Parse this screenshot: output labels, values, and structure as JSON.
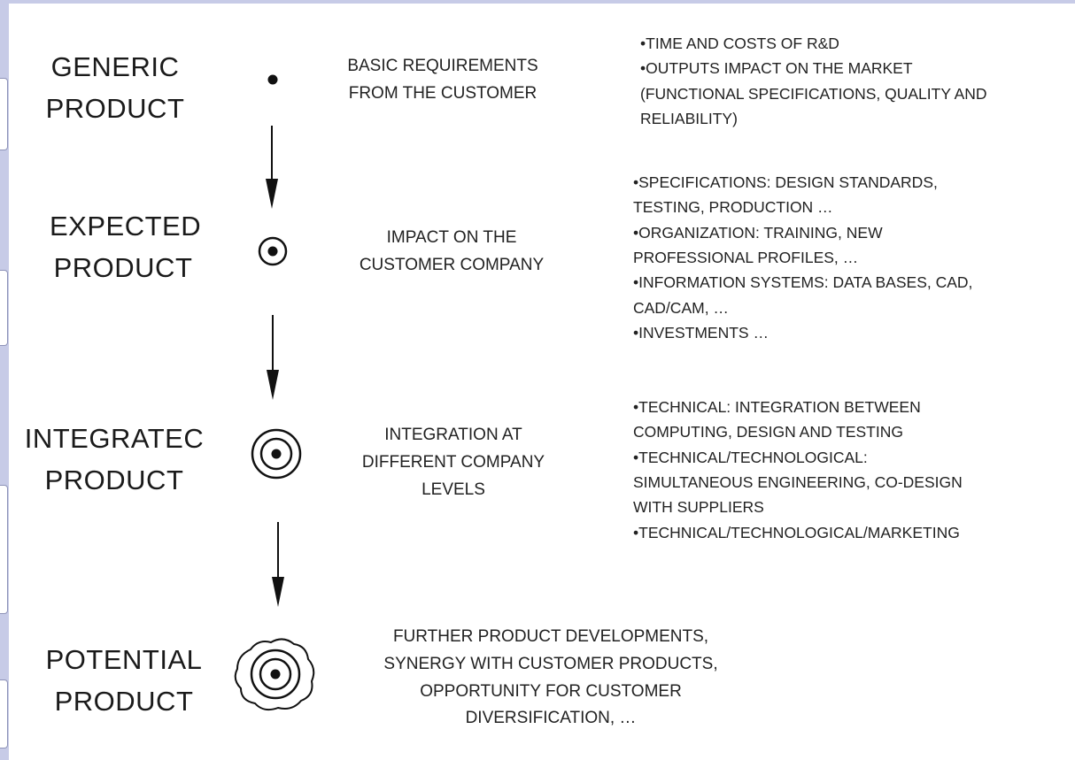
{
  "stages": [
    {
      "title_lines": [
        "GENERIC",
        "PRODUCT"
      ],
      "icon": "dot-icon",
      "description_lines": [
        "BASIC REQUIREMENTS",
        "FROM THE CUSTOMER"
      ],
      "detail_lines": [
        "•TIME AND COSTS OF  R&D",
        "•OUTPUTS IMPACT ON THE MARKET",
        "(FUNCTIONAL SPECIFICATIONS, QUALITY AND",
        "RELIABILITY)"
      ]
    },
    {
      "title_lines": [
        "EXPECTED",
        "PRODUCT"
      ],
      "icon": "single-ring-icon",
      "description_lines": [
        "IMPACT ON THE",
        "CUSTOMER COMPANY"
      ],
      "detail_lines": [
        "•SPECIFICATIONS: DESIGN STANDARDS,",
        "TESTING, PRODUCTION …",
        "•ORGANIZATION: TRAINING, NEW",
        "PROFESSIONAL PROFILES, …",
        "•INFORMATION SYSTEMS: DATA BASES, CAD,",
        "CAD/CAM, …",
        "•INVESTMENTS …"
      ]
    },
    {
      "title_lines": [
        "INTEGRATEC",
        "PRODUCT"
      ],
      "icon": "double-ring-icon",
      "description_lines": [
        "INTEGRATION AT",
        "DIFFERENT COMPANY",
        "LEVELS"
      ],
      "detail_lines": [
        "•TECHNICAL: INTEGRATION BETWEEN",
        "COMPUTING, DESIGN AND TESTING",
        "•TECHNICAL/TECHNOLOGICAL:",
        "SIMULTANEOUS ENGINEERING, CO-DESIGN",
        "WITH SUPPLIERS",
        "•TECHNICAL/TECHNOLOGICAL/MARKETING"
      ]
    },
    {
      "title_lines": [
        "POTENTIAL",
        "PRODUCT"
      ],
      "icon": "irregular-outline-rings-icon",
      "description_lines": [
        "FURTHER PRODUCT DEVELOPMENTS,",
        "SYNERGY WITH CUSTOMER PRODUCTS,",
        "OPPORTUNITY FOR CUSTOMER",
        "DIVERSIFICATION, …"
      ],
      "detail_lines": []
    }
  ],
  "arrows": [
    "down-arrow-icon",
    "down-arrow-icon",
    "down-arrow-icon"
  ]
}
